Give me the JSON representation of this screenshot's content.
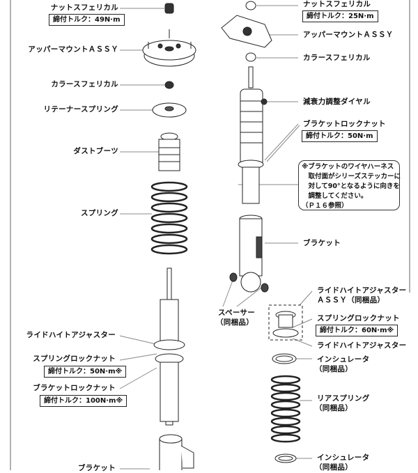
{
  "left": {
    "nut_spherical": "ナットスフェリカル",
    "nut_torque": "締付トルク：49N·m",
    "upper_mount": "アッパーマウントＡＳＳＹ",
    "collar_spherical": "カラースフェリカル",
    "retainer_spring": "リテーナースプリング",
    "dust_boot": "ダストブーツ",
    "spring": "スプリング",
    "ride_height_adjuster": "ライドハイトアジャスター",
    "spring_lock_nut": "スプリングロックナット",
    "spring_lock_torque": "締付トルク：50N·m※",
    "bracket_lock_nut": "ブラケットロックナット",
    "bracket_lock_torque": "締付トルク：100N·m※",
    "bracket": "ブラケット"
  },
  "right": {
    "nut_spherical": "ナットスフェリカル",
    "nut_torque": "締付トルク：25N·m",
    "upper_mount": "アッパーマウントＡＳＳＹ",
    "collar_spherical": "カラースフェリカル",
    "damping_dial": "減衰力調整ダイヤル",
    "bracket_lock_nut": "ブラケットロックナット",
    "bracket_lock_torque": "締付トルク：50N·m",
    "note_lines": [
      "※ブラケットのワイヤハーネス",
      "　取付面がシリーズステッカーに",
      "　対して90°となるように向きを",
      "　調整してください。",
      "（Ｐ１６参照）"
    ],
    "bracket": "ブラケット",
    "spacer": "スペーサー",
    "spacer_sub": "（同梱品）",
    "rha_assy": "ライドハイトアジャスター",
    "rha_assy_sub": "ＡＳＳＹ（同梱品）",
    "spring_lock_nut": "スプリングロックナット",
    "spring_lock_torque": "締付トルク：60N·m※",
    "ride_height_adjuster": "ライドハイトアジャスター",
    "insulator_top": "インシュレータ",
    "insulator_top_sub": "（同梱品）",
    "rear_spring": "リアスプリング",
    "rear_spring_sub": "（同梱品）",
    "insulator_bottom": "インシュレータ",
    "insulator_bottom_sub": "（同梱品）"
  }
}
